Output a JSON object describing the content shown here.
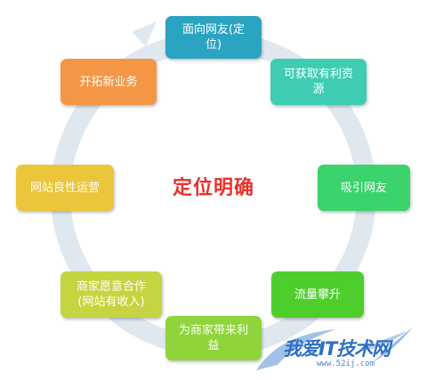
{
  "center": {
    "title": "定位明确"
  },
  "nodes": [
    {
      "label": "面向网友(定\n位)",
      "color": "#2aa4c1"
    },
    {
      "label": "可获取有利资\n源",
      "color": "#3ecdb3"
    },
    {
      "label": "吸引网友",
      "color": "#3ad36c"
    },
    {
      "label": "流量攀升",
      "color": "#4ece2c"
    },
    {
      "label": "为商家带来利\n益",
      "color": "#8ed43a"
    },
    {
      "label": "商家愿意合作\n(网站有收入)",
      "color": "#c5d440"
    },
    {
      "label": "网站良性运营",
      "color": "#ebc53a"
    },
    {
      "label": "开拓新业务",
      "color": "#f39747"
    }
  ],
  "ring_color": "#dfe8ef",
  "watermark": {
    "text": "我爱IT技术网",
    "url": "www.52ij.com"
  }
}
